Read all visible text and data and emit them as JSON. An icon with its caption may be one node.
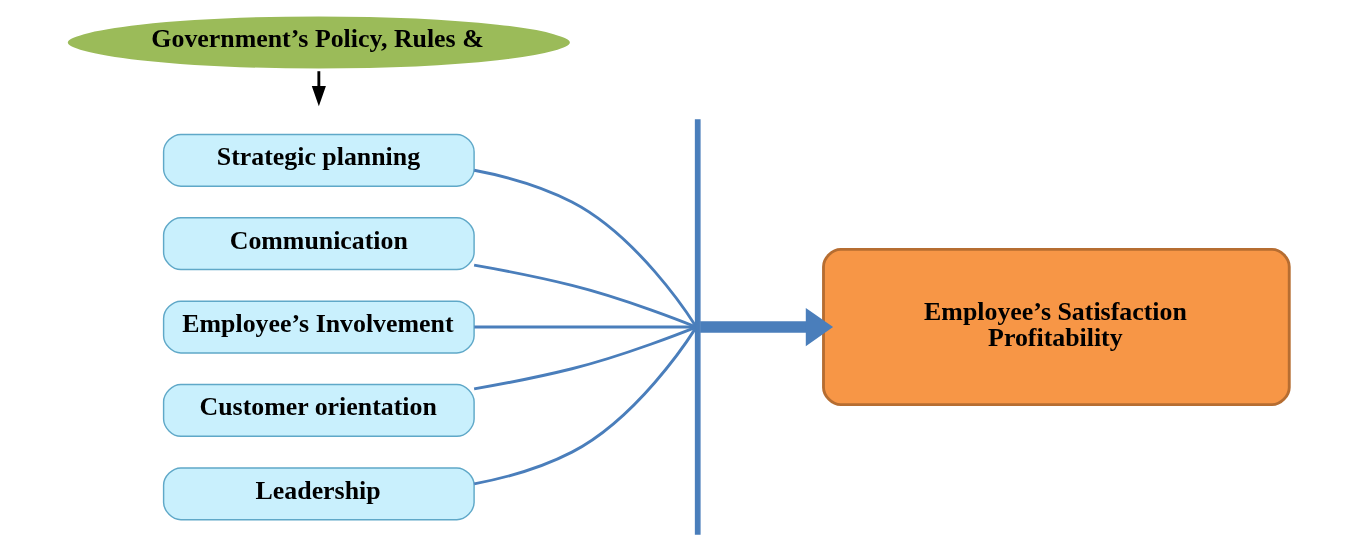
{
  "diagram": {
    "nodes": [
      {
        "text": [
          "Strategic planning"
        ]
      },
      {
        "text": [
          "Communication"
        ]
      },
      {
        "text": [
          "Employee’s Involvement"
        ]
      },
      {
        "text": [
          "Customer orientation"
        ]
      },
      {
        "text": [
          "Leadership"
        ]
      },
      {
        "text": [],
        "shape": "bar"
      },
      {
        "text": [
          "Government’s Policy, Rules &"
        ]
      },
      {
        "text": [
          "Employee’s Satisfaction",
          "Profitability"
        ]
      }
    ],
    "edges": [
      {
        "from": 0,
        "to": 5,
        "arrow": "none"
      },
      {
        "from": 1,
        "to": 5,
        "arrow": "none"
      },
      {
        "from": 2,
        "to": 5,
        "arrow": "none"
      },
      {
        "from": 3,
        "to": 5,
        "arrow": "none"
      },
      {
        "from": 4,
        "to": 5,
        "arrow": "none"
      },
      {
        "from": 5,
        "to": 7,
        "arrow": "to",
        "style": "thick"
      },
      {
        "from": 6,
        "to": null,
        "arrow": "to",
        "color": "#000000"
      }
    ]
  }
}
